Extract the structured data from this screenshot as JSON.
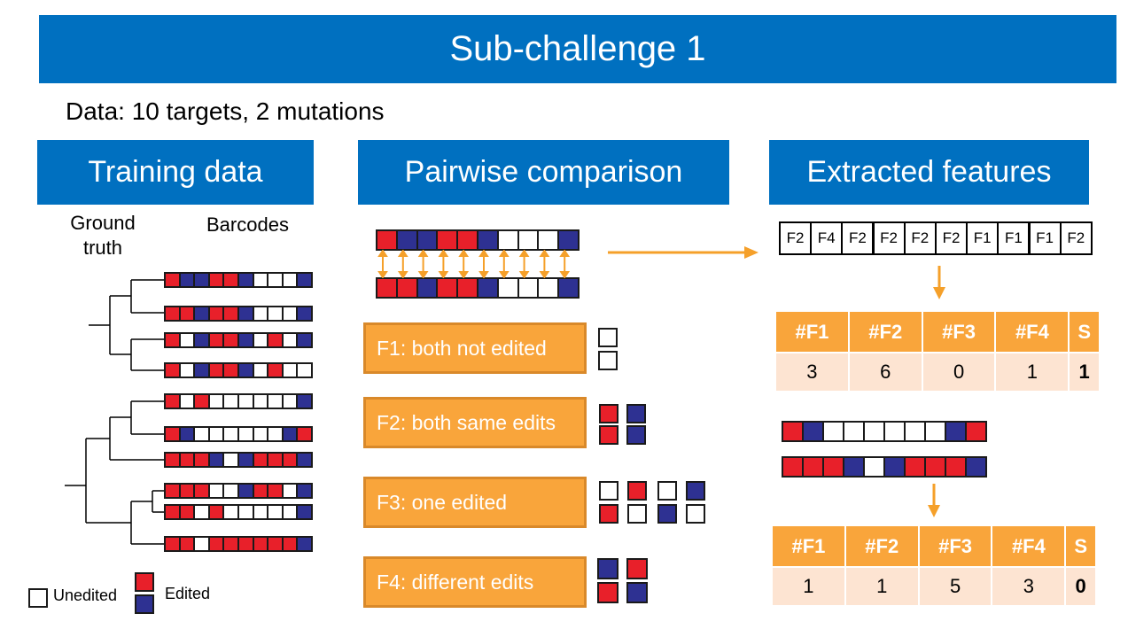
{
  "title": "Sub-challenge 1",
  "data_line": "Data: 10 targets, 2 mutations",
  "sections": {
    "training": "Training data",
    "pairwise": "Pairwise comparison",
    "features": "Extracted features"
  },
  "training": {
    "ground_truth_line1": "Ground",
    "ground_truth_line2": "truth",
    "barcodes_label": "Barcodes",
    "barcodes": [
      "rbbrrbwwwb",
      "rrbrrbwwwb",
      "rwbrrbwrwb",
      "rwbrrbwrww",
      "rwrwwwwwwb",
      "rbwwwwwwbr",
      "rrrbwbrrrb",
      "rrrwwbrrwb",
      "rrwrwwwwwb",
      "rrwrrrrrrb"
    ]
  },
  "legend": {
    "unedited": "Unedited",
    "edited": "Edited"
  },
  "pairwise": {
    "barcode_a": "rbbrrbwwwb",
    "barcode_b": "rrbrrbwwwb",
    "features": [
      {
        "label": "F1: both not edited"
      },
      {
        "label": "F2: both same edits"
      },
      {
        "label": "F3: one edited"
      },
      {
        "label": "F4: different edits"
      }
    ]
  },
  "extracted": {
    "feature_sequence": [
      "F2",
      "F4",
      "F2",
      "F2",
      "F2",
      "F2",
      "F1",
      "F1",
      "F1",
      "F2"
    ],
    "headers": [
      "#F1",
      "#F2",
      "#F3",
      "#F4",
      "S"
    ],
    "table1": [
      "3",
      "6",
      "0",
      "1",
      "1"
    ],
    "barcode_c": "rbwwwwwwbr",
    "barcode_d": "rrrbwbrrrb",
    "table2": [
      "1",
      "1",
      "5",
      "3",
      "0"
    ]
  },
  "colors": {
    "banner": "#0070c0",
    "edited_red": "#e8202a",
    "edited_blue": "#2e3192",
    "feature_orange": "#f9a53b",
    "table_cell": "#fde4d2"
  }
}
